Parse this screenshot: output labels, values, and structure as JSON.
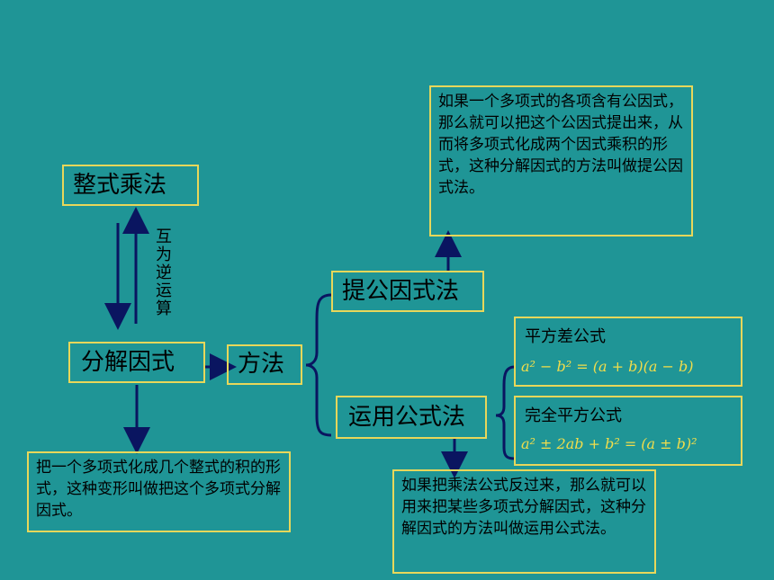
{
  "nodes": {
    "integer_multiplication": "整式乘法",
    "factorization": "分解因式",
    "method": "方法",
    "common_factor": "提公因式法",
    "formula_method": "运用公式法",
    "mutual_inverse": "互为逆运算",
    "diff_squares_title": "平方差公式",
    "perfect_square_title": "完全平方公式"
  },
  "formulas": {
    "diff_squares": "a² − b² = (a + b)(a − b)",
    "perfect_square": "a² ± 2ab + b² = (a ± b)²"
  },
  "descriptions": {
    "common_factor_def": "如果一个多项式的各项含有公因式，那么就可以把这个公因式提出来，从而将多项式化成两个因式乘积的形式，这种分解因式的方法叫做提公因式法。",
    "factorization_def": "把一个多项式化成几个整式的积的形式，这种变形叫做把这个多项式分解因式。",
    "formula_method_def": "如果把乘法公式反过来，那么就可以用来把某些多项式分解因式，这种分解因式的方法叫做运用公式法。"
  },
  "colors": {
    "background": "#1f9596",
    "border": "#e8d75a",
    "formula": "#f1dd4b",
    "line": "#0a1560"
  }
}
